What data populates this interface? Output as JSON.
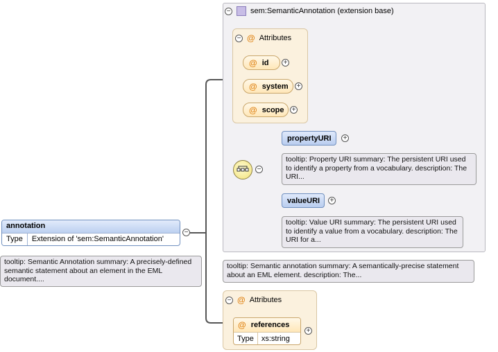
{
  "root": {
    "name": "annotation",
    "type_label": "Type",
    "type_value": "Extension of 'sem:SemanticAnnotation'",
    "tooltip": "tooltip: Semantic Annotation summary: A precisely-defined semantic statement about an element in the EML document...."
  },
  "extension": {
    "title": "sem:SemanticAnnotation (extension base)",
    "attributes_title": "Attributes",
    "attributes": [
      "id",
      "system",
      "scope"
    ],
    "sequence": [
      {
        "name": "propertyURI",
        "tooltip": "tooltip: Property URI summary: The persistent URI used to identify a property from a vocabulary. description: The URI..."
      },
      {
        "name": "valueURI",
        "tooltip": "tooltip: Value URI summary: The persistent URI used to identify a value from a vocabulary. description: The URI for a..."
      }
    ],
    "tooltip": "tooltip: Semantic annotation summary: A semantically-precise statement about an EML element. description: The..."
  },
  "own_attributes": {
    "title": "Attributes",
    "references": {
      "name": "references",
      "type_label": "Type",
      "type_value": "xs:string"
    }
  },
  "symbols": {
    "at": "@",
    "plus": "+",
    "minus": "−"
  }
}
